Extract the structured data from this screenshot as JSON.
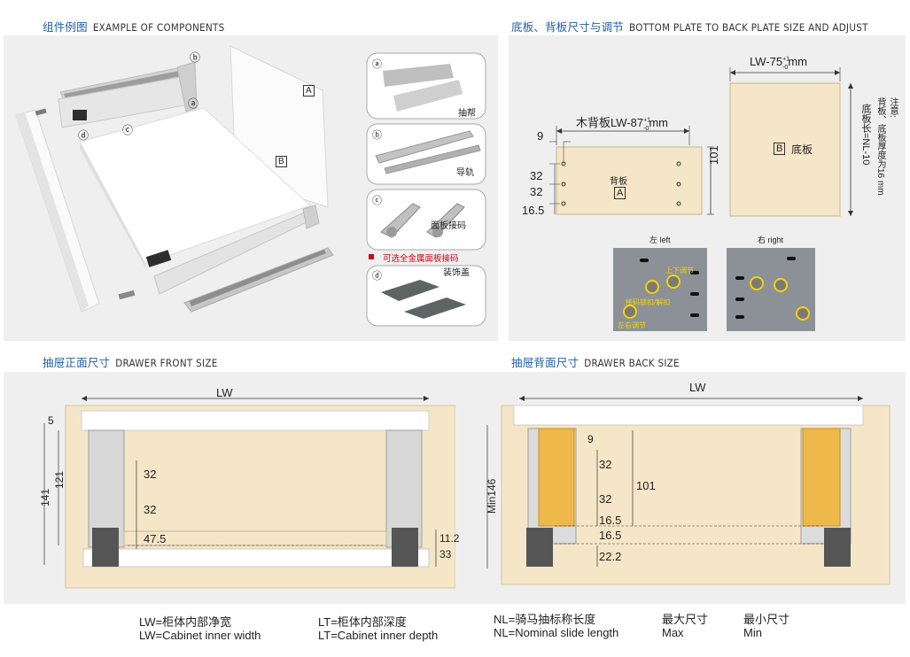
{
  "sections": {
    "components": {
      "zh": "组件例图",
      "en": "EXAMPLE OF COMPONENTS"
    },
    "bottom_back": {
      "zh": "底板、背板尺寸与调节",
      "en": "BOTTOM PLATE TO BACK PLATE SIZE AND ADJUST"
    },
    "front_size": {
      "zh": "抽屉正面尺寸",
      "en": "DRAWER FRONT SIZE"
    },
    "back_size": {
      "zh": "抽屉背面尺寸",
      "en": "DRAWER BACK SIZE"
    }
  },
  "components": {
    "marks": {
      "a": "ⓐ",
      "b": "ⓑ",
      "c": "ⓒ",
      "d": "ⓓ",
      "A": "A",
      "B": "B"
    },
    "cards": [
      {
        "mark": "ⓐ",
        "label": "抽帮"
      },
      {
        "mark": "ⓑ",
        "label": "导轨"
      },
      {
        "mark": "ⓒ",
        "label": "面板接码"
      },
      {
        "mark": "ⓓ",
        "label": "装饰盖"
      }
    ],
    "note": "可选全金属面板接码",
    "note_color": "#d0021b"
  },
  "bottom_back": {
    "back_plate": {
      "formula": "木背板LW-87",
      "tol_up": "+1",
      "tol_low": "-0",
      "unit": "mm",
      "name": "背板",
      "mark": "A",
      "height": "101",
      "offset": "9",
      "hole_gap1": "32",
      "hole_gap2": "32",
      "bottom": "16.5"
    },
    "bottom_plate": {
      "formula": "LW-75",
      "tol_up": "+1",
      "tol_low": "-0",
      "unit": "mm",
      "name": "底板",
      "mark": "B",
      "length": "底板长=NL-10"
    },
    "note": {
      "title": "注意:",
      "text": "背板、底板厚度为16 mm"
    },
    "left_label": "左 left",
    "right_label": "右 right",
    "adjust": {
      "updown": "上下调节",
      "lock": "接码锁扣/解扣",
      "leftright": "左右调节"
    }
  },
  "front": {
    "lw": "LW",
    "top": "5",
    "h141": "141",
    "h121": "121",
    "d1": "32",
    "d2": "32",
    "d3": "47.5",
    "d4": "11.2",
    "d5": "33"
  },
  "back": {
    "lw": "LW",
    "min": "Min146",
    "offset": "9",
    "d1": "32",
    "d2": "32",
    "h101": "101",
    "d3": "16.5",
    "d4": "16.5",
    "d5": "22.2"
  },
  "legend": {
    "lw_zh": "LW=柜体内部净宽",
    "lw_en": "LW=Cabinet inner width",
    "lt_zh": "LT=柜体内部深度",
    "lt_en": "LT=Cabinet inner depth",
    "nl_zh": "NL=骑马抽标称长度",
    "nl_en": "NL=Nominal slide length",
    "max_zh": "最大尺寸",
    "max_en": "Max",
    "min_zh": "最小尺寸",
    "min_en": "Min"
  },
  "colors": {
    "title_blue": "#1f5fa6",
    "plate": "#f5e6c8",
    "panel": "#efefef",
    "slide_gold": "#efb84a"
  }
}
